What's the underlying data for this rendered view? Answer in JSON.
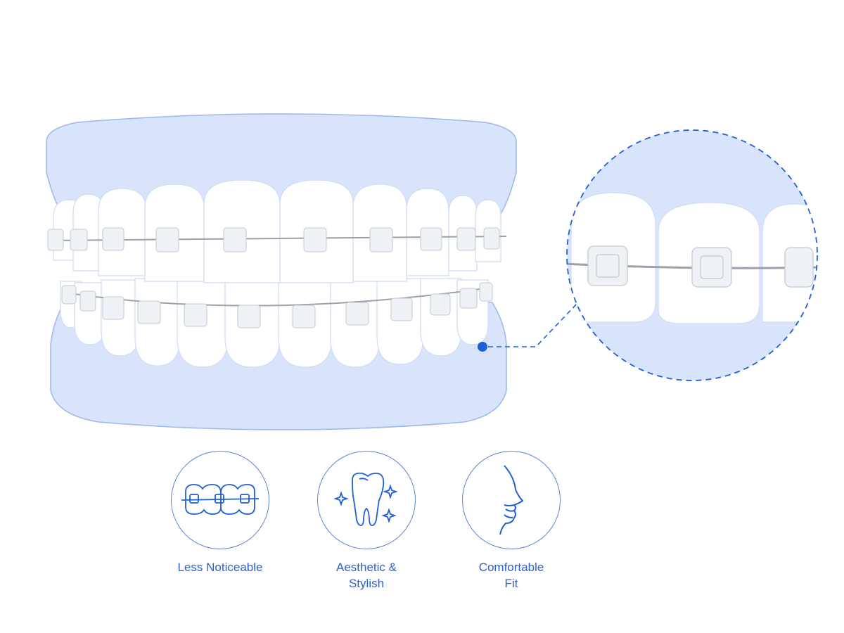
{
  "colors": {
    "gum": "#d8e4fb",
    "gum_stroke": "#9bb7ea",
    "tooth": "#ffffff",
    "tooth_stroke": "#c9d8f3",
    "bracket": "#eef1f6",
    "wire": "#9aa1ab",
    "accent": "#1f5fd6",
    "label": "#2f61c9"
  },
  "illustration": {
    "subject": "teeth-with-clear-braces",
    "zoom_callout": "magnified-front-teeth-with-brackets"
  },
  "features": [
    {
      "id": "less-noticeable",
      "icon": "braces-icon",
      "label": "Less Noticeable"
    },
    {
      "id": "aesthetic-stylish",
      "icon": "sparkling-tooth-icon",
      "label": "Aesthetic &\nStylish"
    },
    {
      "id": "comfortable-fit",
      "icon": "face-profile-icon",
      "label": "Comfortable\nFit"
    }
  ]
}
